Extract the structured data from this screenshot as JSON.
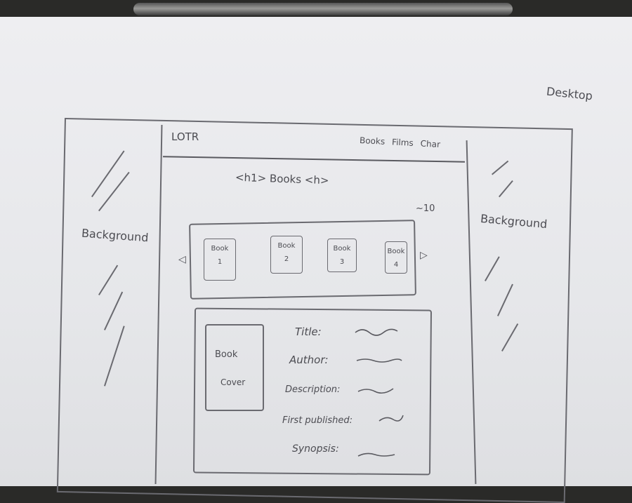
{
  "corner_label": "Desktop",
  "header": {
    "logo": "LOTR",
    "nav": [
      "Books",
      "Films",
      "Char"
    ]
  },
  "page_title": "<h1> Books <h>",
  "item_count": "~10",
  "sidebars": {
    "left_label": "Background",
    "right_label": "Background"
  },
  "carousel": {
    "prev_icon": "triangle-left-icon",
    "next_icon": "triangle-right-icon",
    "books": [
      {
        "label": "Book",
        "number": "1"
      },
      {
        "label": "Book",
        "number": "2"
      },
      {
        "label": "Book",
        "number": "3"
      },
      {
        "label": "Book",
        "number": "4"
      }
    ]
  },
  "detail": {
    "cover_label": "Book",
    "cover_sub": "Cover",
    "fields": [
      "Title:",
      "Author:",
      "Description:",
      "First published:",
      "Synopsis:"
    ]
  }
}
